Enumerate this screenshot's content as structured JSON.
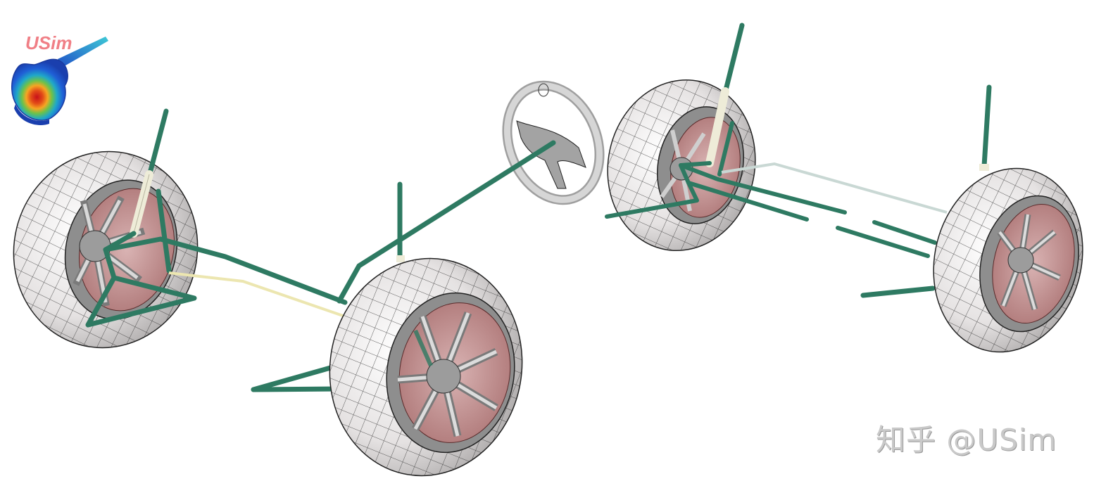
{
  "logo": {
    "text": "USim",
    "text_color": "#f07f86",
    "icon": "guitar-stress-contour-icon"
  },
  "watermark": {
    "text": "知乎 @USim",
    "color": "#c9c9c9"
  },
  "scene": {
    "description": "3D multibody vehicle suspension model with four wheels and a steering wheel",
    "colors": {
      "background": "#ffffff",
      "link_rods": "#2e7a62",
      "tire_face": "#ebe8e8",
      "tire_shadow": "#a9a7a7",
      "rim": "#9b9b9b",
      "brake_disc": "#c99a9a",
      "strut": "#eeecd8",
      "tie_rod_front": "#ece6b0",
      "tie_rod_rear": "#c9d8d4",
      "steering_wheel": "#c4c4c4"
    },
    "components": [
      {
        "name": "front-left-wheel"
      },
      {
        "name": "front-right-wheel"
      },
      {
        "name": "rear-left-wheel"
      },
      {
        "name": "rear-right-wheel"
      },
      {
        "name": "steering-wheel"
      },
      {
        "name": "steering-column"
      },
      {
        "name": "front-tie-rod"
      },
      {
        "name": "rear-tie-rod"
      }
    ]
  }
}
